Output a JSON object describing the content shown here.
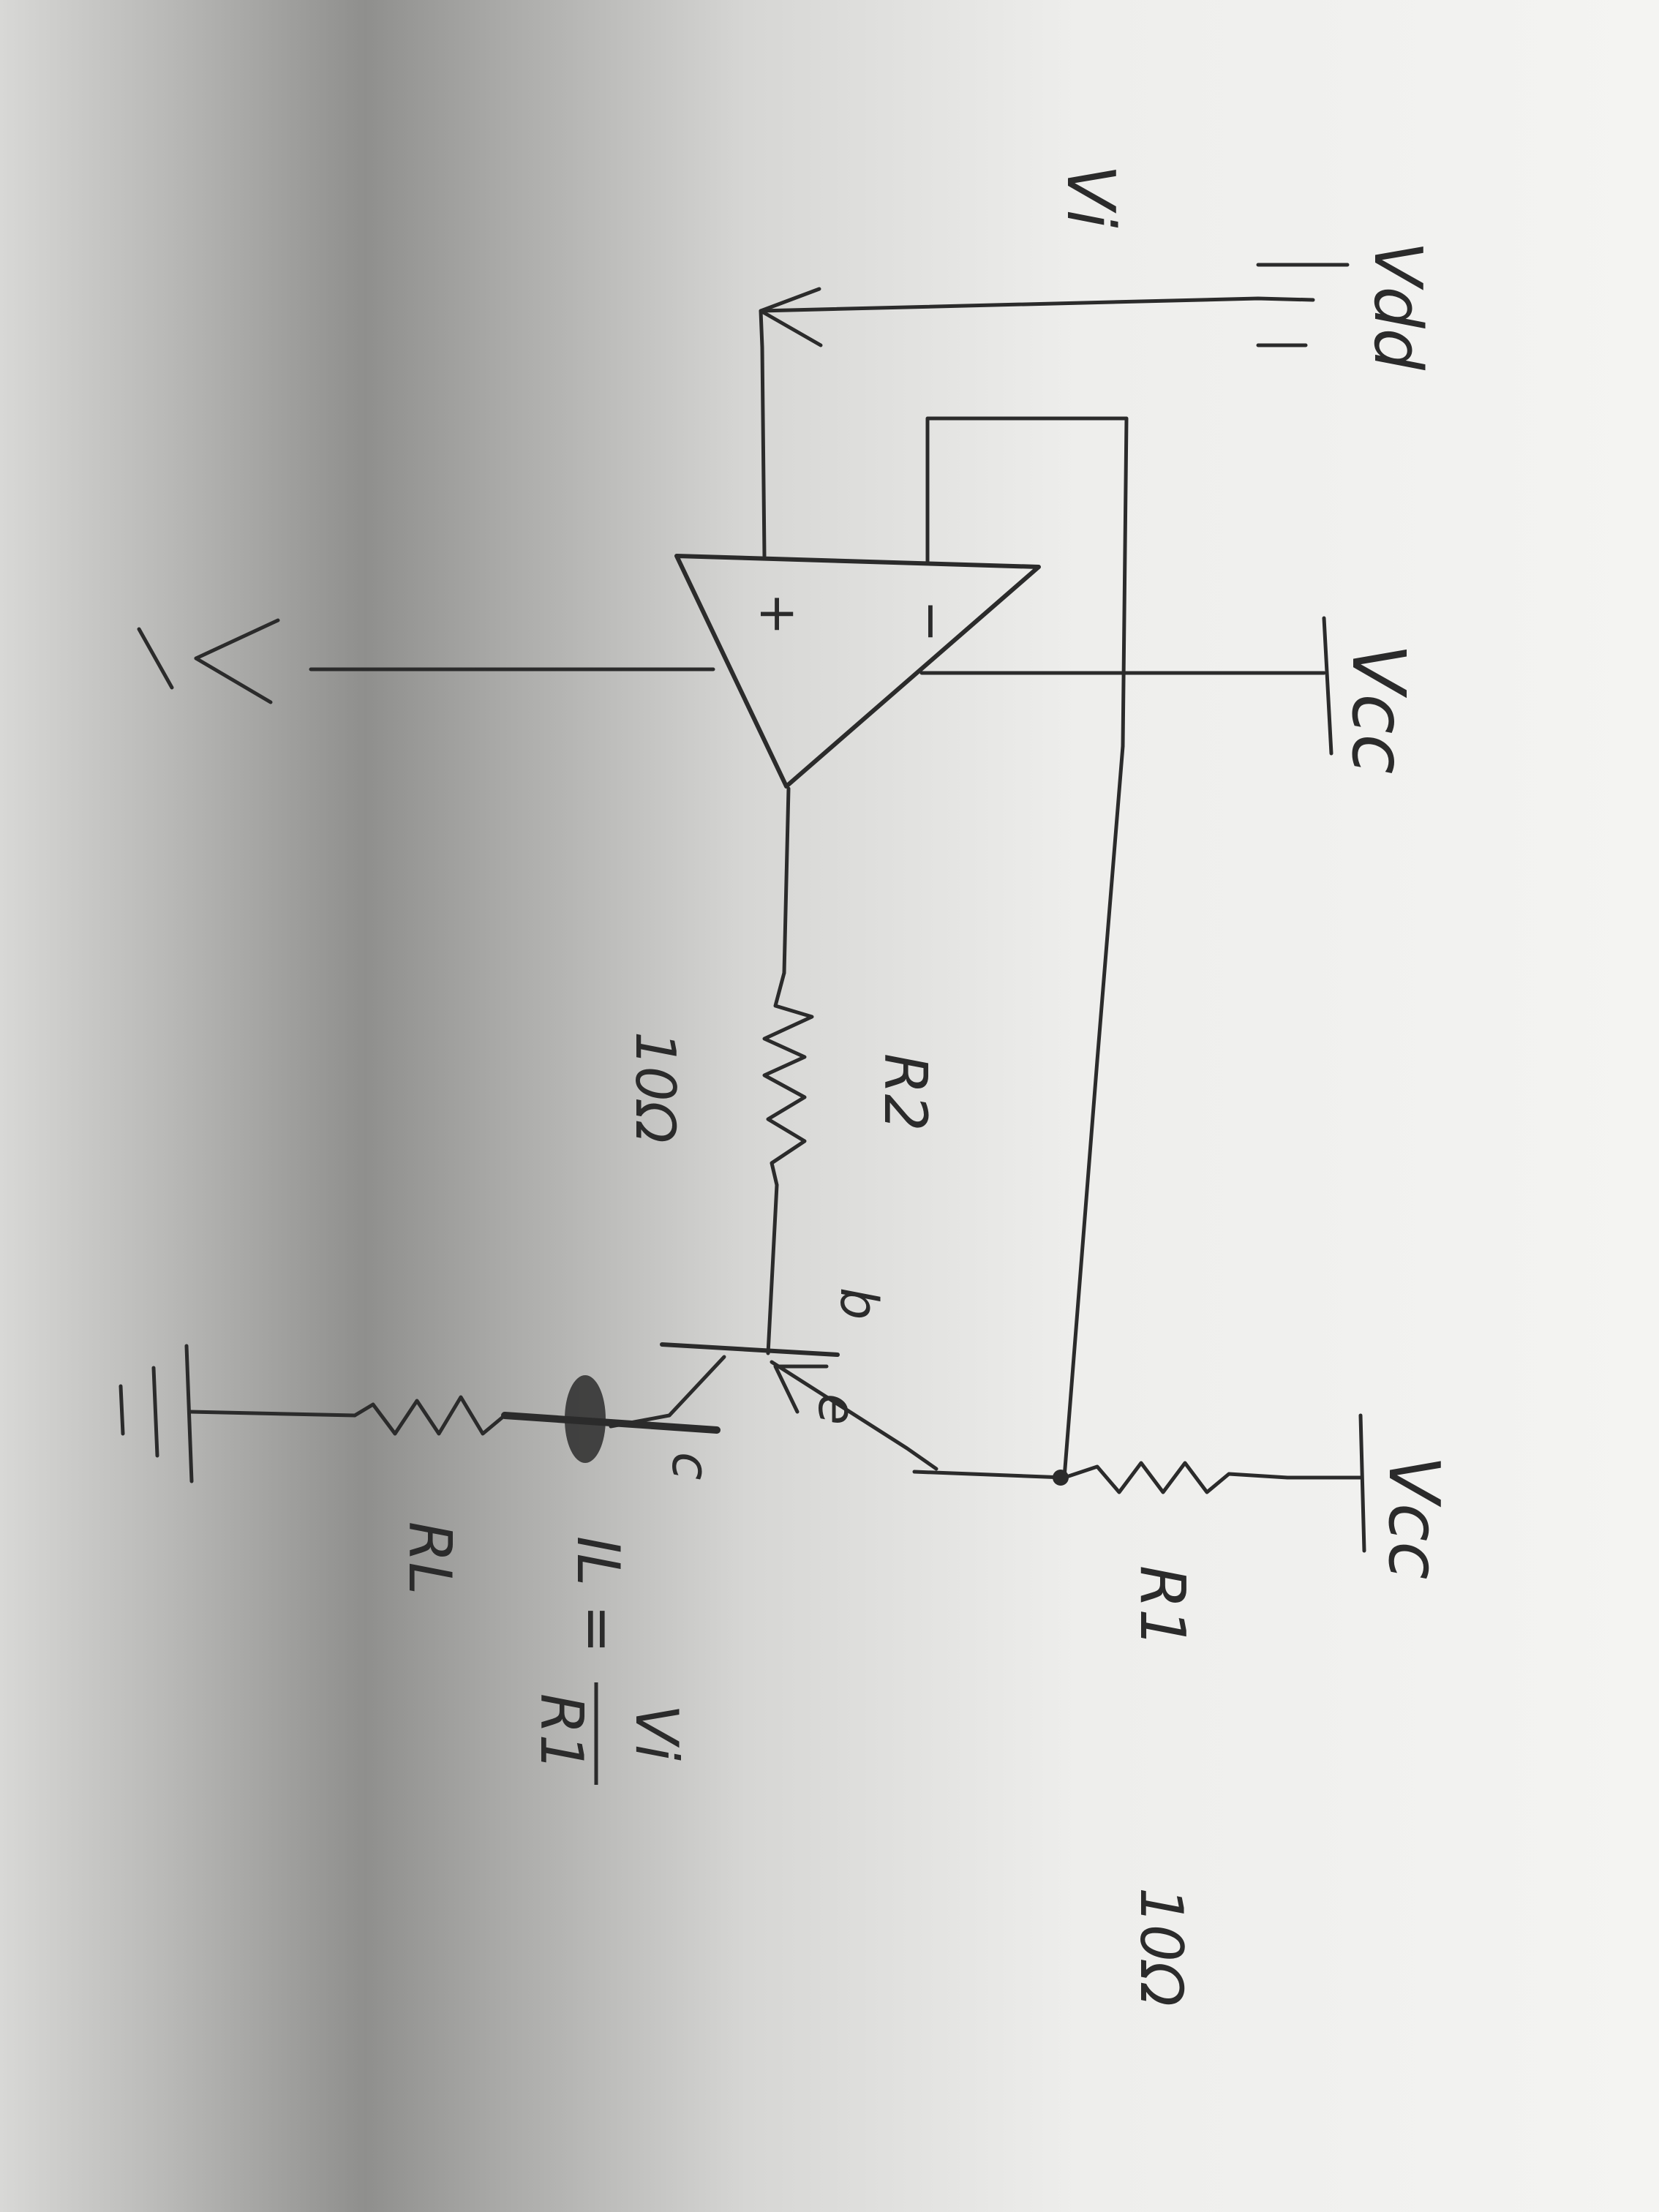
{
  "colors": {
    "paper": "#f3f3f1",
    "shadow": "#9c9c9a",
    "ink": "#2b2b2b"
  },
  "labels": {
    "vi": "Vi",
    "vdd": "Vdd",
    "vcc_opamp": "Vcc",
    "vcc_right": "Vcc",
    "plus": "+",
    "minus": "−",
    "r2": "R2",
    "r2_value": "10Ω",
    "r1": "R1",
    "r1_value": "10Ω",
    "base": "b",
    "emitter": "e",
    "collector": "c",
    "rl": "RL",
    "eq_lhs": "IL =",
    "eq_num": "Vi",
    "eq_den": "R1"
  }
}
